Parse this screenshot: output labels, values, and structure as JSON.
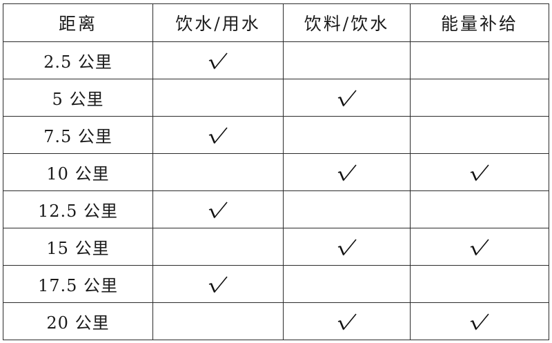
{
  "table": {
    "headers": [
      "距离",
      "饮水/用水",
      "饮料/饮水",
      "能量补给"
    ],
    "check_symbol": "√",
    "rows": [
      {
        "distance": "2.5 公里",
        "water": true,
        "drink": false,
        "energy": false
      },
      {
        "distance": "5 公里",
        "water": false,
        "drink": true,
        "energy": false
      },
      {
        "distance": "7.5 公里",
        "water": true,
        "drink": false,
        "energy": false
      },
      {
        "distance": "10 公里",
        "water": false,
        "drink": true,
        "energy": true
      },
      {
        "distance": "12.5 公里",
        "water": true,
        "drink": false,
        "energy": false
      },
      {
        "distance": "15 公里",
        "water": false,
        "drink": true,
        "energy": true
      },
      {
        "distance": "17.5 公里",
        "water": true,
        "drink": false,
        "energy": false
      },
      {
        "distance": "20 公里",
        "water": false,
        "drink": true,
        "energy": true
      }
    ]
  }
}
